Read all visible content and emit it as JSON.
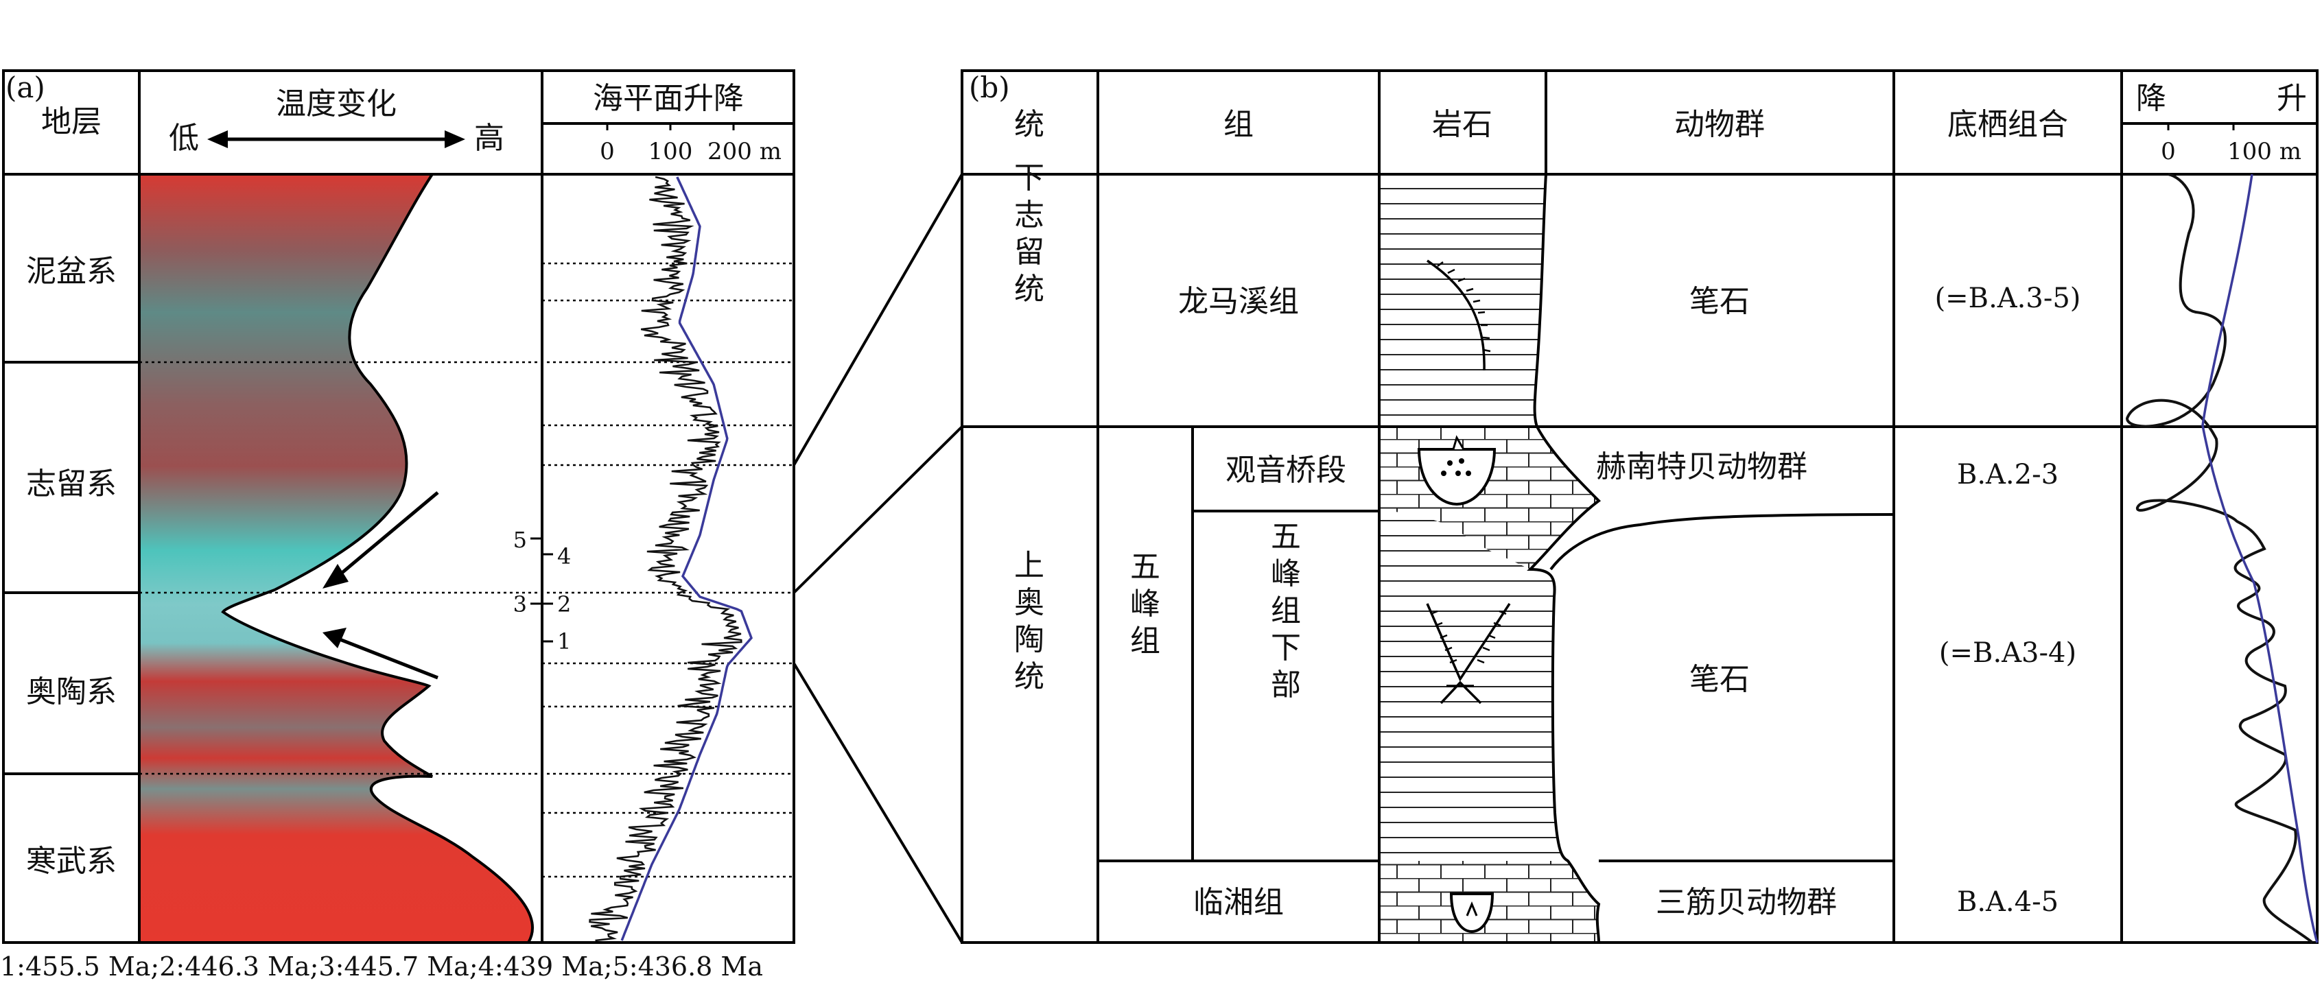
{
  "panel_a": {
    "tag": "(a)",
    "header_strata": "地层",
    "header_temp": "温度变化",
    "temp_low": "低",
    "temp_high": "高",
    "header_sea": "海平面升降",
    "sea_ticks": [
      "0",
      "100",
      "200 m"
    ],
    "strata": [
      "泥盆系",
      "志留系",
      "奥陶系",
      "寒武系"
    ],
    "age_markers": [
      "5",
      "4",
      "3",
      "2",
      "1"
    ],
    "footnote": "1:455.5 Ma;2:446.3 Ma;3:445.7 Ma;4:439 Ma;5:436.8 Ma"
  },
  "panel_b": {
    "tag": "(b)",
    "headers": {
      "series": "统",
      "formation": "组",
      "rock": "岩石",
      "fauna": "动物群",
      "benthic": "底栖组合",
      "sea_fall": "降",
      "sea_rise": "升",
      "sea_ticks": [
        "0",
        "100 m"
      ]
    },
    "series": [
      "下志留统",
      "上奥陶统"
    ],
    "formations": {
      "longmaxi": "龙马溪组",
      "wufeng": "五峰组",
      "guanyinqiao": "观音桥段",
      "wufeng_lower": "五峰组下部",
      "linxiang": "临湘组"
    },
    "fauna": [
      "笔石",
      "赫南特贝动物群",
      "笔石",
      "三筋贝动物群"
    ],
    "benthic": [
      "(=B.A.3-5)",
      "B.A.2-3",
      "(=B.A3-4)",
      "B.A.4-5"
    ]
  },
  "colors": {
    "warm": "#e23a30",
    "cool": "#6fc9c4",
    "mid": "#8f6060",
    "sea_trend": "#3a3a9a"
  }
}
